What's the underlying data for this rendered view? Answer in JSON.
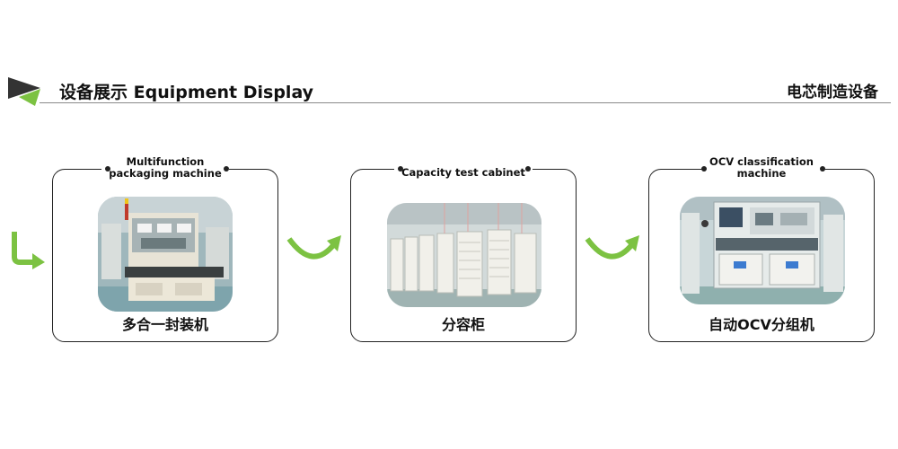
{
  "header": {
    "title": "设备展示 Equipment Display",
    "subtitle": "电芯制造设备"
  },
  "colors": {
    "accent_green": "#7cc242",
    "dark": "#222222"
  },
  "cards": [
    {
      "top_label_line1": "Multifunction",
      "top_label_line2": "packaging machine",
      "caption": "多合一封装机"
    },
    {
      "top_label_line1": "Capacity test cabinet",
      "caption": "分容柜"
    },
    {
      "top_label_line1": "OCV classification",
      "top_label_line2": "machine",
      "caption": "自动OCV分组机"
    }
  ]
}
